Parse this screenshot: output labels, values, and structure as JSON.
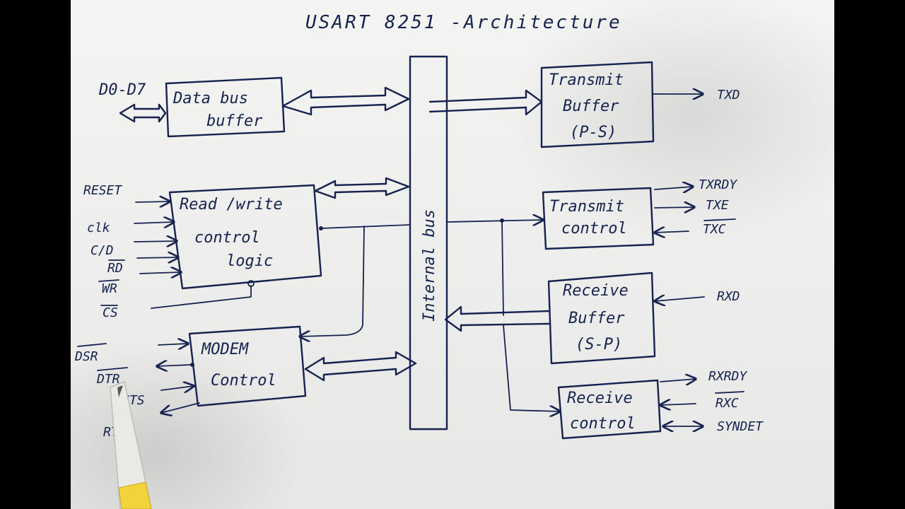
{
  "title": "USART 8251 -Architecture",
  "blocks": {
    "data_bus_buffer": [
      "Data bus",
      "buffer"
    ],
    "read_write_control": [
      "Read /write",
      "control",
      "logic"
    ],
    "modem_control": [
      "MODEM",
      "Control"
    ],
    "internal_bus": "Internal bus",
    "transmit_buffer": [
      "Transmit",
      "Buffer",
      "(P-S)"
    ],
    "transmit_control": [
      "Transmit",
      "control"
    ],
    "receive_buffer": [
      "Receive",
      "Buffer",
      "(S-P)"
    ],
    "receive_control": [
      "Receive",
      "control"
    ]
  },
  "left_signals": {
    "data": "D0-D7",
    "reset": "RESET",
    "clk": "clk",
    "cd": "C/D",
    "rd": "RD",
    "wr": "WR",
    "cs": "CS",
    "dsr": "DSR",
    "dtr": "DTR",
    "cts": "CTS",
    "rts": "RTS"
  },
  "right_signals": {
    "txd": "TXD",
    "txrdy": "TXRDY",
    "txe": "TXE",
    "txc": "TXC",
    "rxd": "RXD",
    "rxrdy": "RXRDY",
    "rxc": "RXC",
    "syndet": "SYNDET"
  },
  "colors": {
    "ink": "#16224f",
    "paper": "#f1f1ef",
    "frame": "#000000"
  }
}
